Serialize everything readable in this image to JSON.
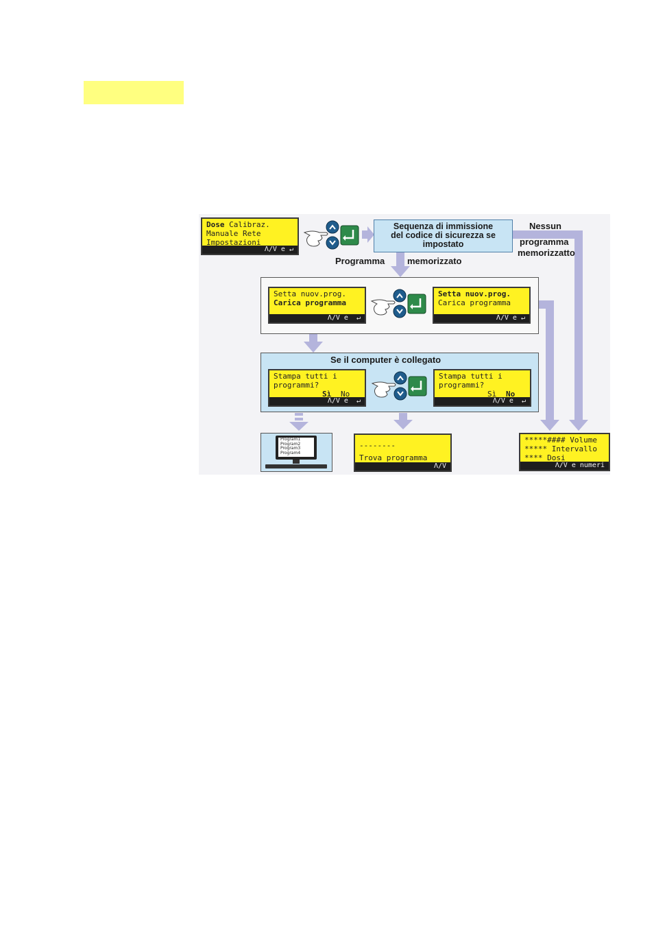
{
  "diagram": {
    "lcd_main": {
      "line1_bold": "Dose",
      "line1_rest": " Calibraz.",
      "line2": "Manuale Rete",
      "line3": "Impostazioni",
      "bar": "Λ/V e ↵"
    },
    "security_box": {
      "line1": "Sequenza di immissione",
      "line2": "del codice di sicurezza se",
      "line3": "impostato"
    },
    "no_program_label": {
      "line1": "Nessun",
      "line2": "programma",
      "line3": "memorizzatto"
    },
    "program_stored_label": {
      "left": "Programma",
      "right": "memorizzato"
    },
    "lcd_new_prog_a": {
      "line1": "Setta nuov.prog.",
      "line2": "Carica programma",
      "bar": "Λ/V e  ↵"
    },
    "lcd_new_prog_b": {
      "line1": "Setta nuov.prog.",
      "line2": "Carica programma",
      "bar": "Λ/V e ↵"
    },
    "computer_section_title": "Se il computer è collegato",
    "lcd_print_a": {
      "line1": "Stampa tutti i",
      "line2": "programmi?",
      "yes": "Sì",
      "no": "No",
      "bar": "Λ/V e  ↵"
    },
    "lcd_print_b": {
      "line1": "Stampa tutti i",
      "line2": "programmi?",
      "yes": "Sì",
      "no": "No",
      "bar": "Λ/V e  ↵"
    },
    "monitor_programs": [
      "Program1",
      "Program2",
      "Program3",
      "Program4"
    ],
    "lcd_find": {
      "line1": "--------",
      "line2": "Trova programma",
      "bar": "Λ/V"
    },
    "lcd_volume": {
      "line1": "*****#### Volume",
      "line2": "***** Intervallo",
      "line3": "**** Dosi",
      "bar": "Λ/V e numeri"
    },
    "colors": {
      "lcd": "#fff222",
      "arrow": "#b4b4dc",
      "panel_blue": "#c8e4f4",
      "key_blue": "#1f5c8c",
      "key_green": "#2e8a4a",
      "highlight": "#ffff80"
    }
  }
}
